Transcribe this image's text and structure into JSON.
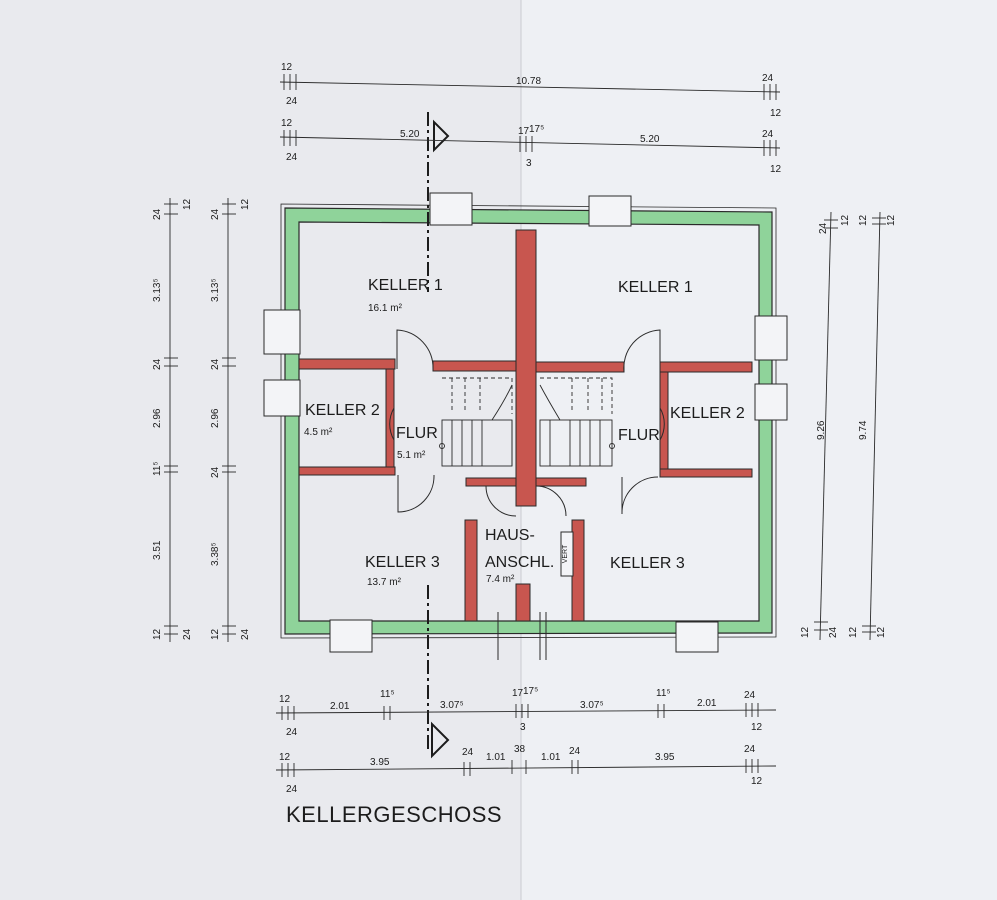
{
  "title": "KELLERGESCHOSS",
  "rooms": {
    "keller1_left": {
      "name": "KELLER 1",
      "area": "16.1 m²"
    },
    "keller1_right": {
      "name": "KELLER 1"
    },
    "keller2_left": {
      "name": "KELLER 2",
      "area": "4.5 m²"
    },
    "keller2_right": {
      "name": "KELLER 2"
    },
    "flur_left": {
      "name": "FLUR",
      "area": "5.1 m²"
    },
    "flur_right": {
      "name": "FLUR"
    },
    "keller3_left": {
      "name": "KELLER 3",
      "area": "13.7 m²"
    },
    "keller3_right": {
      "name": "KELLER 3"
    },
    "haus_anschl": {
      "line1": "HAUS-",
      "line2": "ANSCHL.",
      "area": "7.4 m²"
    },
    "meter_box": {
      "label": "VERT"
    }
  },
  "dims": {
    "top1": {
      "left_a": "12",
      "left_b": "24",
      "center": "10.78",
      "right_a": "24",
      "right_b": "12"
    },
    "top2": {
      "left_a": "12",
      "left_b": "24",
      "left": "5.20",
      "mid_a": "17",
      "mid_b": "17⁵",
      "mid_c": "3",
      "right": "5.20",
      "right_a": "24",
      "right_b": "12"
    },
    "left1": {
      "a": "24",
      "b": "12",
      "c": "3.13⁵",
      "d": "24",
      "e": "2.96",
      "f": "11⁵",
      "g": "3.51",
      "h": "12",
      "i": "24"
    },
    "left2": {
      "a": "24",
      "b": "12",
      "c": "3.13⁵",
      "d": "24",
      "e": "2.96",
      "f": "24",
      "g": "3.38⁵",
      "h": "12",
      "i": "24"
    },
    "right1": {
      "a": "24",
      "b": "12",
      "c": "9.26",
      "d": "12",
      "e": "24"
    },
    "right2": {
      "a": "12",
      "b": "12",
      "c": "9.74",
      "d": "12",
      "e": "12"
    },
    "bottom1": {
      "a": "12",
      "b": "24",
      "c": "2.01",
      "d": "11⁵",
      "e": "3.07⁵",
      "f": "17",
      "g": "17⁵",
      "h": "3",
      "i": "3.07⁵",
      "j": "11⁵",
      "k": "2.01",
      "l": "24",
      "m": "12"
    },
    "bottom2": {
      "a": "12",
      "b": "24",
      "c": "3.95",
      "d": "24",
      "e": "1.01",
      "f": "38",
      "g": "1.01",
      "h": "24",
      "i": "3.95",
      "j": "24",
      "k": "12"
    }
  },
  "colors": {
    "outer_wall": "#8fd39a",
    "inner_wall": "#c8564f",
    "line": "#2a2a2a",
    "paper": "#e9eaee"
  }
}
